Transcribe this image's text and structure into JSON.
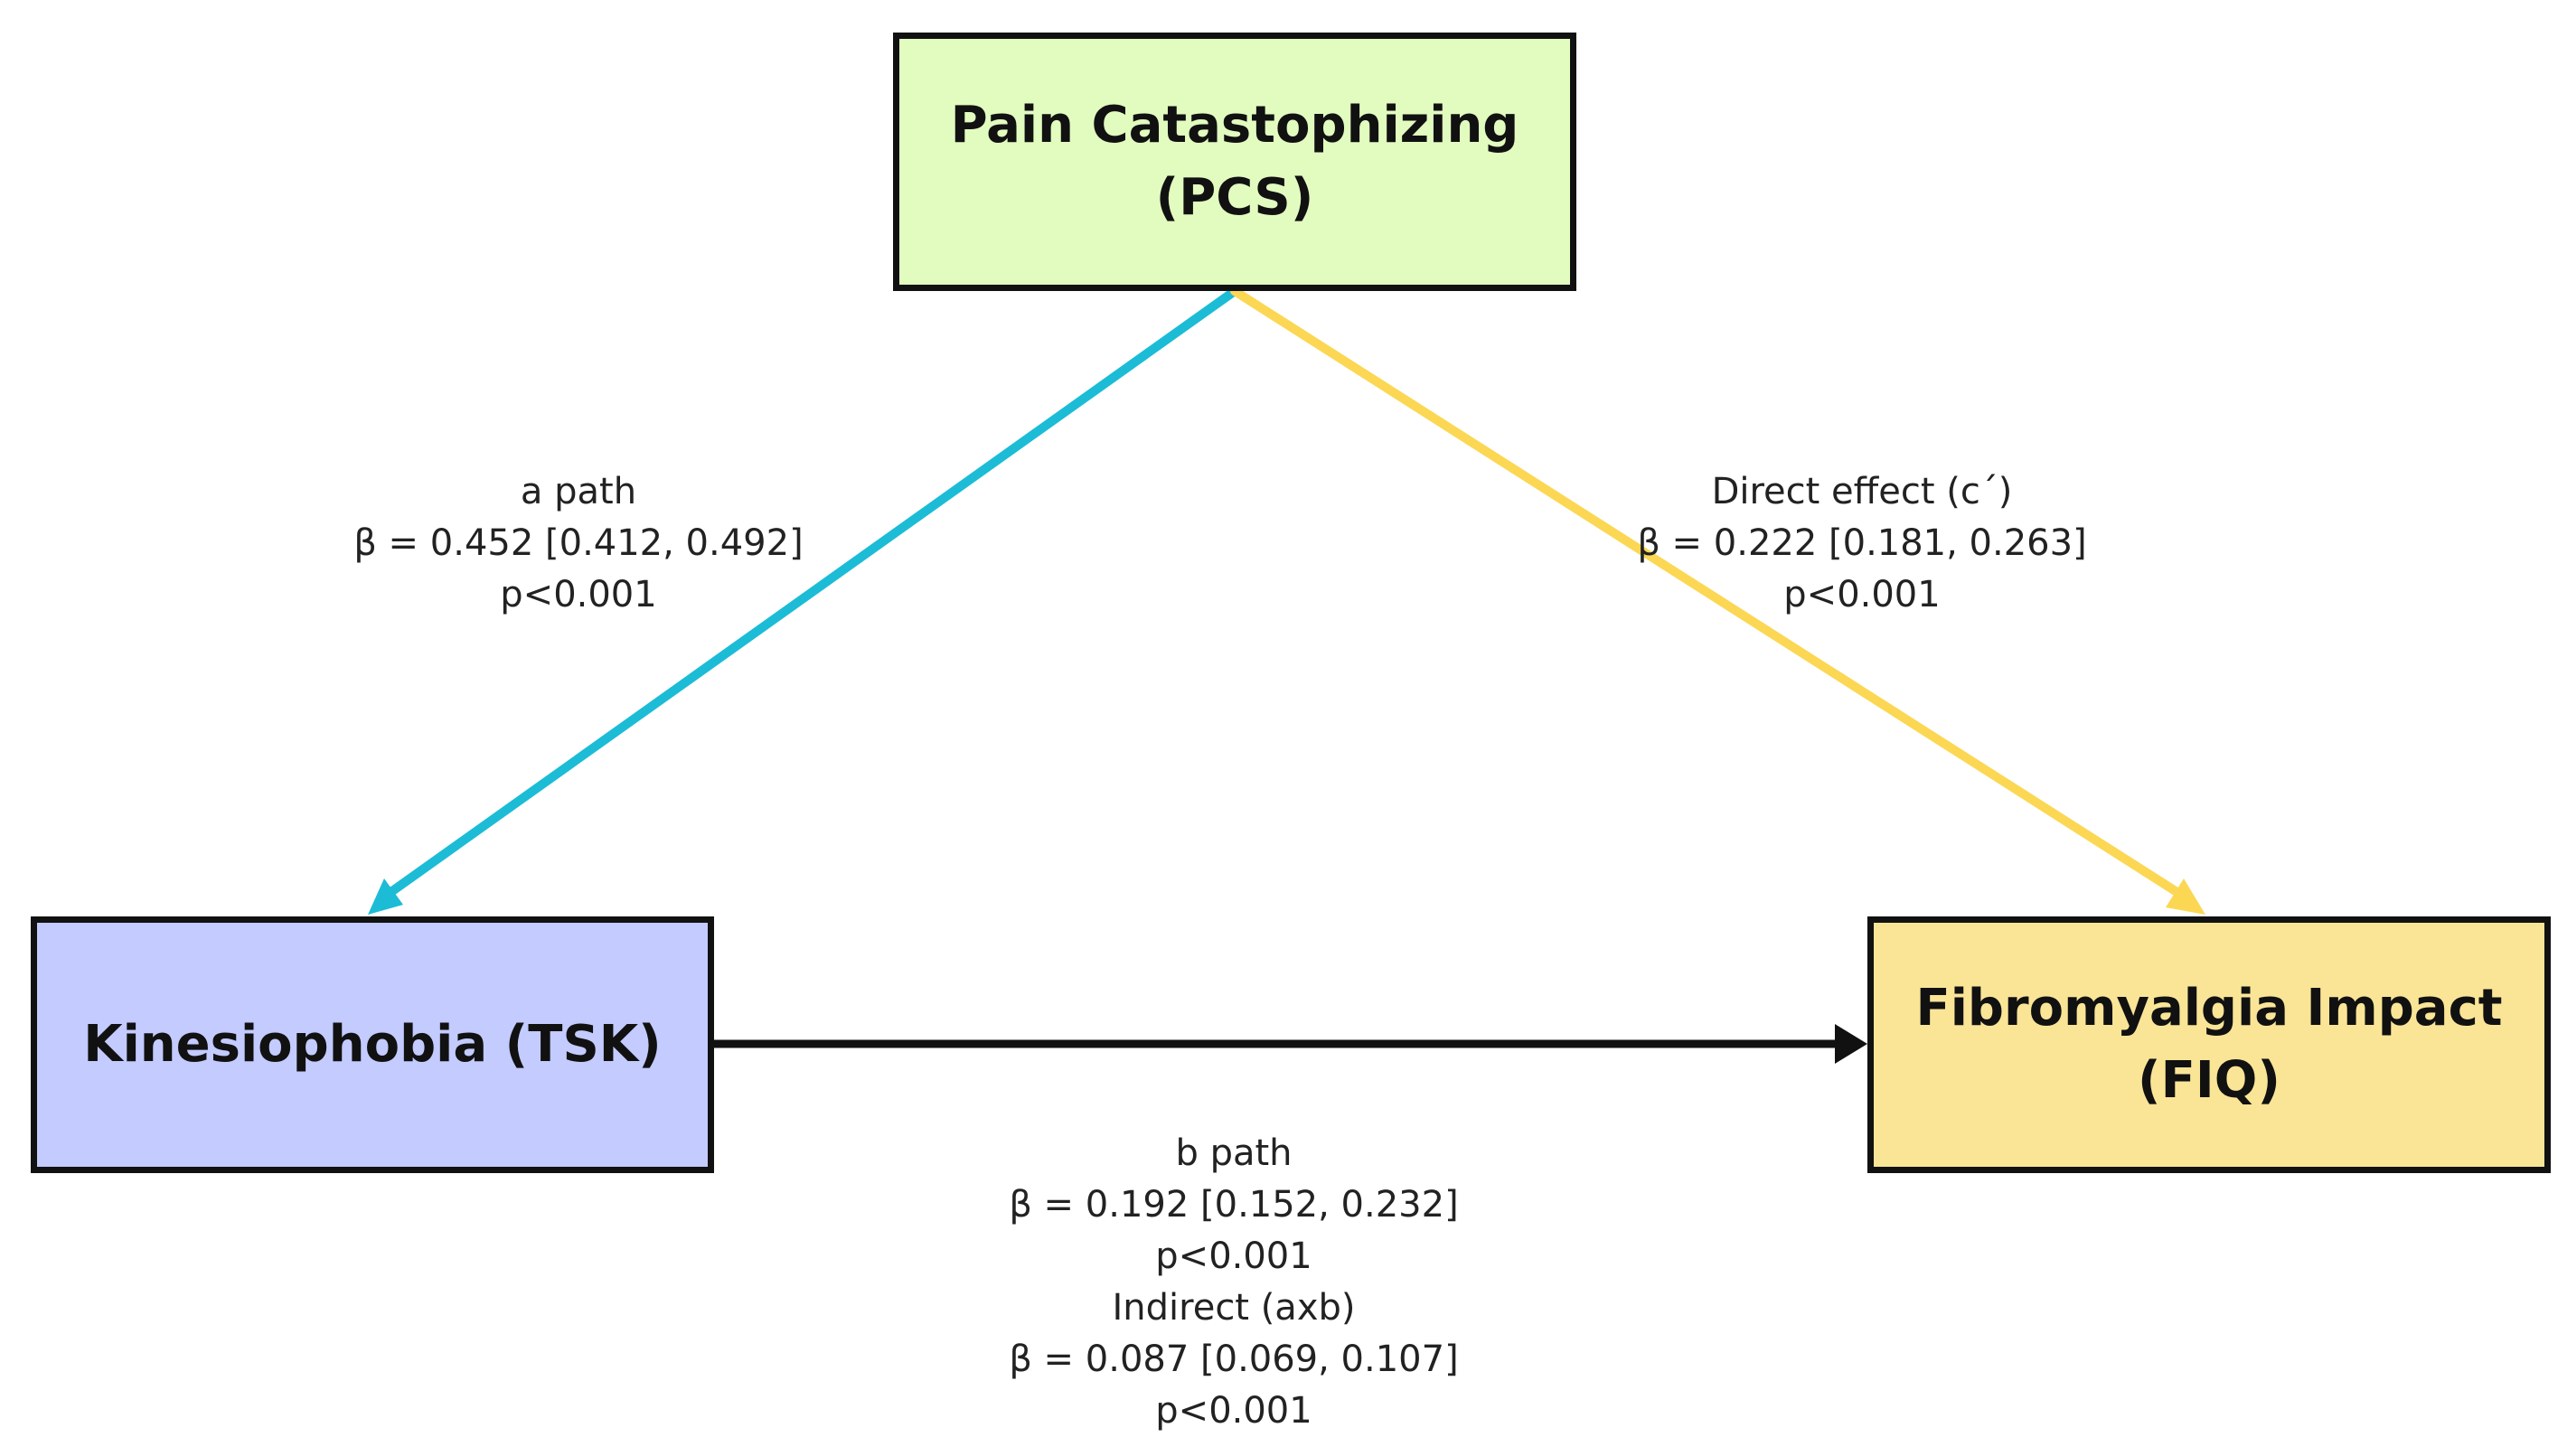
{
  "nodes": {
    "pcs": {
      "line1": "Pain Catastophizing",
      "line2": "(PCS)",
      "fill": "#e2fcc0"
    },
    "tsk": {
      "line1": "Kinesiophobia (TSK)",
      "fill": "#c3cbff"
    },
    "fiq": {
      "line1": "Fibromyalgia Impact",
      "line2": "(FIQ)",
      "fill": "#fae597"
    }
  },
  "paths": {
    "a": {
      "name": "a path",
      "beta": "β = 0.452 [0.412, 0.492]",
      "p": "p<0.001",
      "color": "#1cbcd6"
    },
    "c_prime": {
      "name": "Direct effect (c´)",
      "beta": "β = 0.222 [0.181, 0.263]",
      "p": "p<0.001",
      "color": "#fbd754"
    },
    "b": {
      "name": "b path",
      "beta": "β = 0.192 [0.152, 0.232]",
      "p": "p<0.001",
      "color": "#111111"
    },
    "indirect": {
      "name": "Indirect (axb)",
      "beta": "β = 0.087 [0.069, 0.107]",
      "p": "p<0.001"
    }
  }
}
